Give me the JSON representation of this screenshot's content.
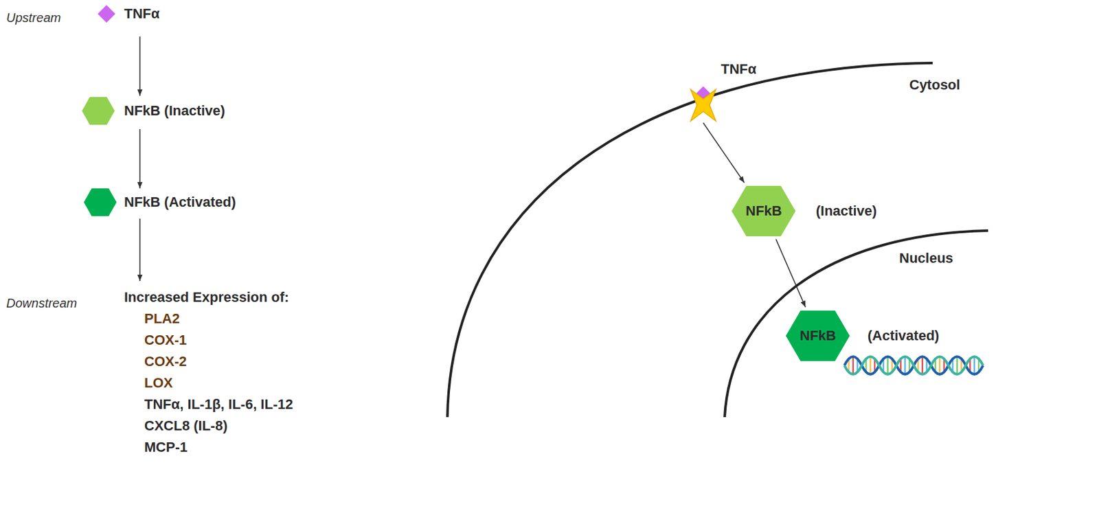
{
  "diagram": {
    "nodes": [
      {
        "text": [
          "TNFα"
        ]
      },
      {
        "text": [
          "NFkB (Inactive)"
        ]
      },
      {
        "text": [
          "NFkB (Activated)"
        ]
      },
      {
        "text": [
          "Increased Expression of:",
          "PLA2",
          "COX-1",
          "COX-2",
          "LOX",
          "TNFα, IL-1β, IL-6, IL-12",
          "CXCL8 (IL-8)",
          "MCP-1"
        ]
      },
      {
        "text": [
          "Cytosol"
        ]
      },
      {
        "text": [
          "Nucleus"
        ],
        "in": 4
      },
      {
        "text": [
          "TNFα"
        ]
      },
      {
        "text": [
          "NFkB",
          "(Inactive)"
        ],
        "in": 4
      },
      {
        "text": [
          "NFkB",
          "(Activated)"
        ],
        "in": 5
      }
    ],
    "edges": [
      {
        "from": 0,
        "to": 1,
        "arrow": "to"
      },
      {
        "from": 1,
        "to": 2,
        "arrow": "to"
      },
      {
        "from": 2,
        "to": 3,
        "arrow": "to"
      },
      {
        "from": 6,
        "to": 7,
        "arrow": "to"
      },
      {
        "from": 7,
        "to": 8,
        "arrow": "to"
      }
    ],
    "labels": [
      "Upstream",
      "Downstream"
    ]
  }
}
